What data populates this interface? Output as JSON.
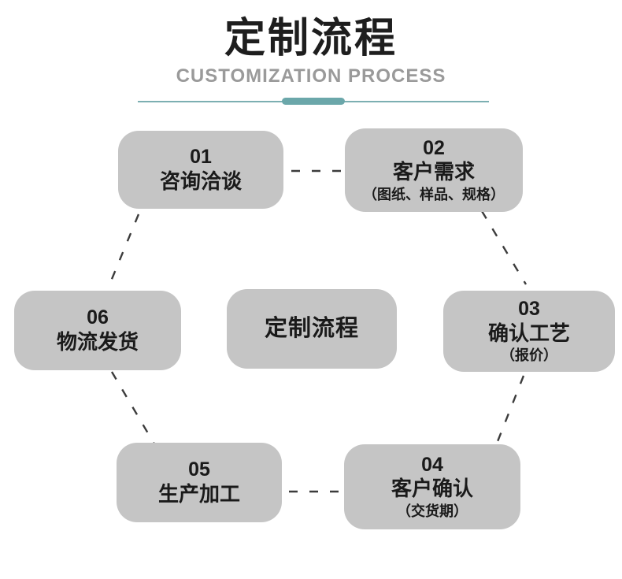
{
  "header": {
    "title": "定制流程",
    "subtitle": "CUSTOMIZATION PROCESS"
  },
  "center": {
    "label": "定制流程"
  },
  "steps": [
    {
      "number": "01",
      "label": "咨询洽谈",
      "sub": ""
    },
    {
      "number": "02",
      "label": "客户需求",
      "sub": "（图纸、样品、规格）"
    },
    {
      "number": "03",
      "label": "确认工艺",
      "sub": "（报价）"
    },
    {
      "number": "04",
      "label": "客户确认",
      "sub": "（交货期）"
    },
    {
      "number": "05",
      "label": "生产加工",
      "sub": ""
    },
    {
      "number": "06",
      "label": "物流发货",
      "sub": ""
    }
  ],
  "colors": {
    "node_background": "#c5c5c5",
    "accent_teal": "#6ba7aa",
    "divider_line_teal": "#7cafb2",
    "dash_connector": "#3c3c3c",
    "title_text": "#1e1e1e",
    "subtitle_text": "#9a9a9a",
    "node_text": "#1a1a1a",
    "page_background": "#ffffff"
  }
}
